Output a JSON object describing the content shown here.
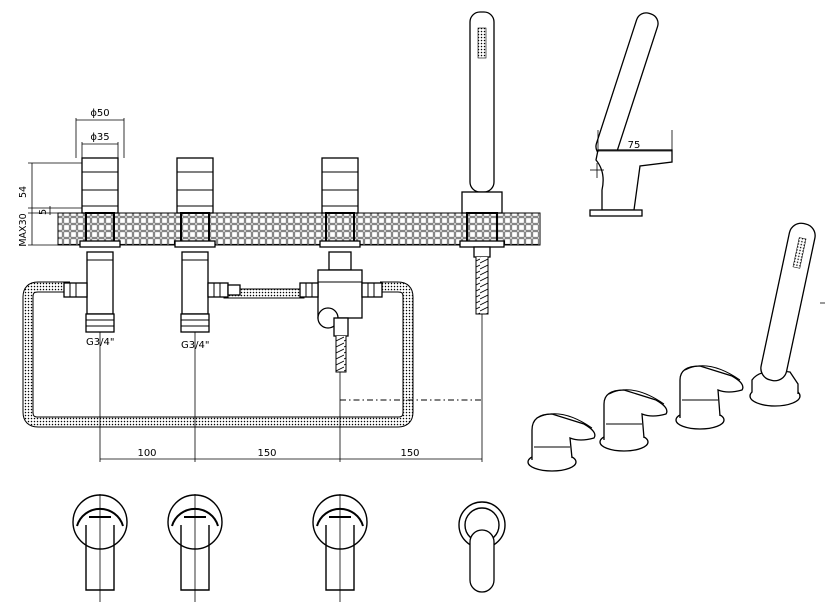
{
  "dimensions": {
    "dia_outer": "ϕ50",
    "dia_inner": "ϕ35",
    "height_54": "54",
    "height_5": "5",
    "max_deck": "MAX30",
    "spout_75": "75",
    "thread_left": "G3/4\"",
    "thread_mid": "G3/4\"",
    "spacing_1": "100",
    "spacing_2": "150",
    "spacing_3": "150"
  },
  "colors": {
    "line": "#000000",
    "background": "#ffffff"
  }
}
